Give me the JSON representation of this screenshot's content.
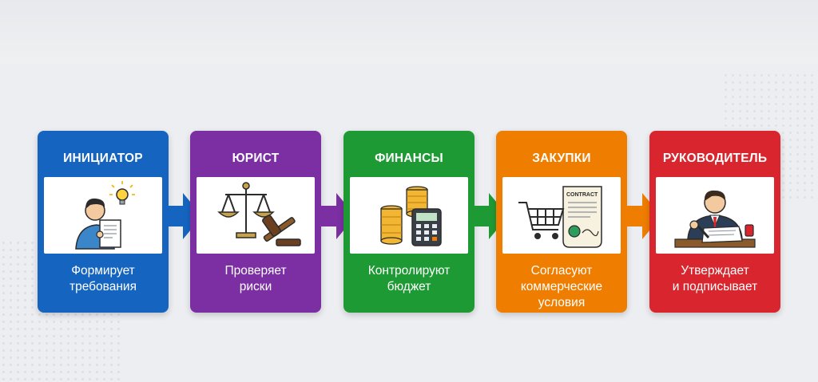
{
  "steps": [
    {
      "title": "ИНИЦИАТОР",
      "description": "Формирует\nтребования",
      "color": "#1565c0",
      "icon": "person-document-icon"
    },
    {
      "title": "ЮРИСТ",
      "description": "Проверяет\nриски",
      "color": "#7b2fa3",
      "icon": "scales-gavel-icon"
    },
    {
      "title": "ФИНАНСЫ",
      "description": "Контролируют\nбюджет",
      "color": "#1e9a35",
      "icon": "coins-calculator-icon"
    },
    {
      "title": "ЗАКУПКИ",
      "description": "Согласуют\nкоммерческие\nусловия",
      "color": "#ef7d00",
      "icon": "cart-contract-icon",
      "contract_label": "CONTRACT"
    },
    {
      "title": "РУКОВОДИТЕЛЬ",
      "description": "Утверждает\nи подписывает",
      "color": "#d9262e",
      "icon": "manager-signing-icon"
    }
  ],
  "arrow_colors": [
    "#1565c0",
    "#7b2fa3",
    "#1e9a35",
    "#ef7d00"
  ]
}
